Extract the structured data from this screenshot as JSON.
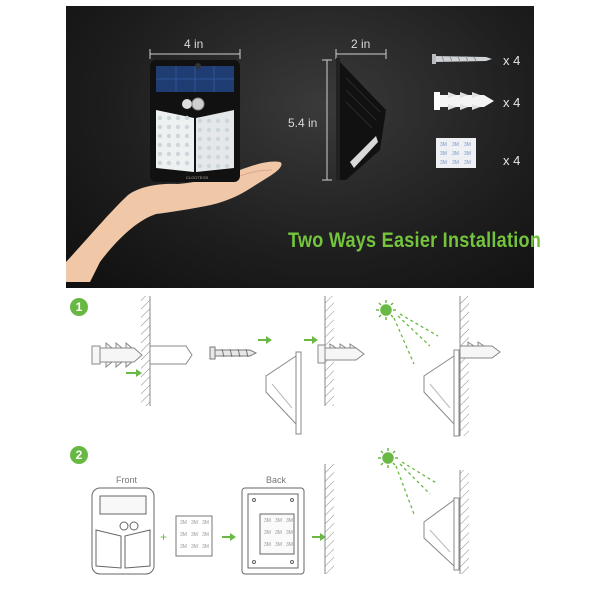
{
  "dimensions": {
    "width": "4 in",
    "depth": "2 in",
    "height": "5.4 in"
  },
  "accessories": [
    {
      "icon": "screw-icon",
      "quantity": "x 4"
    },
    {
      "icon": "wall-anchor-icon",
      "quantity": "x 4"
    },
    {
      "icon": "adhesive-pad-icon",
      "quantity": "x 4"
    }
  ],
  "headline": "Two Ways Easier Installation",
  "light_brand": "CLGOTEGS",
  "steps": [
    {
      "number": "1"
    },
    {
      "number": "2",
      "front_label": "Front",
      "back_label": "Back",
      "pad_marking": "3M"
    }
  ],
  "colors": {
    "accent_green": "#6ab944",
    "panel_dark": "#1c1c1c",
    "line_gray": "#8a8a8a"
  }
}
